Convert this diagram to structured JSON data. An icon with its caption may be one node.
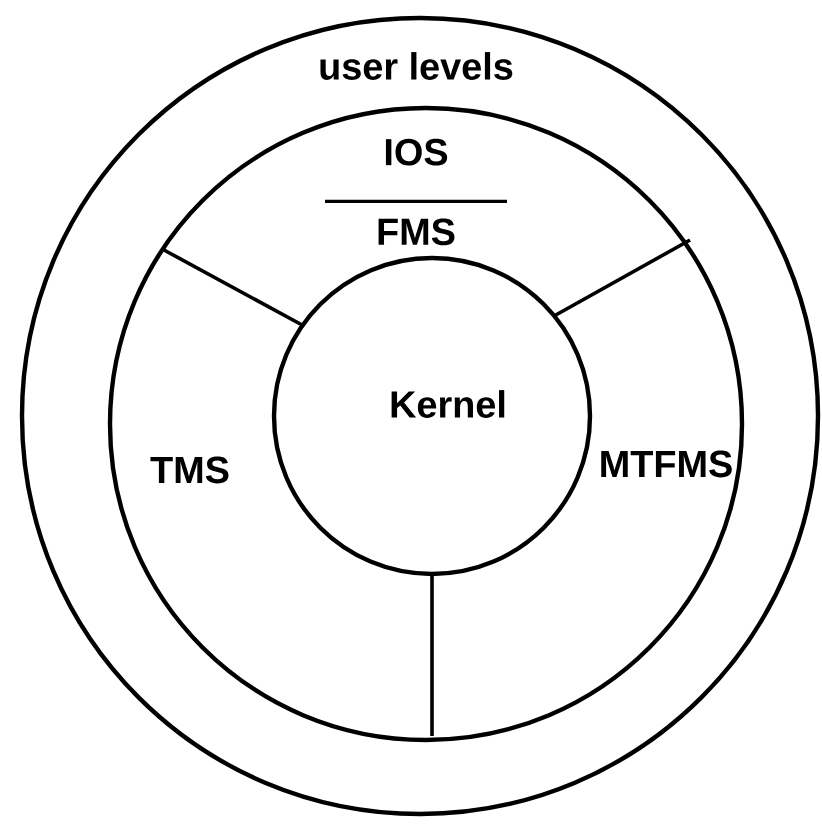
{
  "diagram": {
    "nodes": [
      {
        "text": [
          "user levels"
        ]
      },
      {
        "text": [],
        "shape": "circle",
        "in": 0
      },
      {
        "text": [
          "IOS",
          "FMS"
        ],
        "in": 1
      },
      {
        "text": [
          "TMS"
        ],
        "in": 1
      },
      {
        "text": [
          "MTFMS"
        ],
        "in": 1
      },
      {
        "text": [
          "Kernel"
        ],
        "in": 1
      }
    ]
  }
}
